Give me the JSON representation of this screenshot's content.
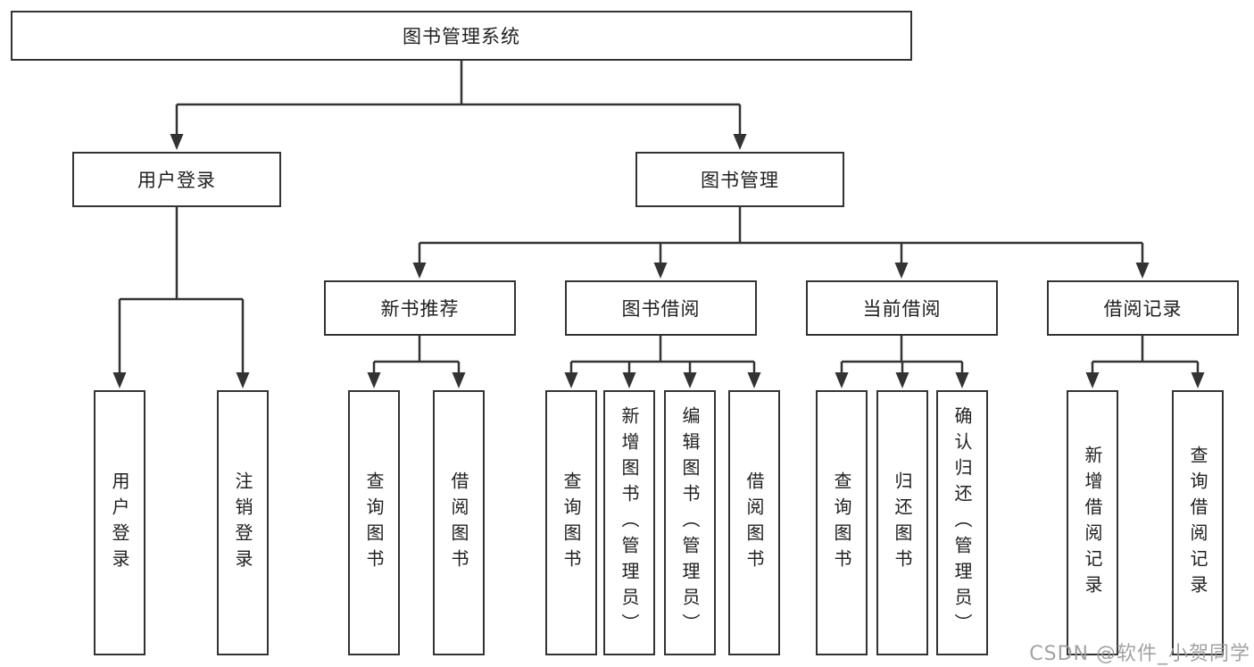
{
  "diagram": {
    "type": "tree",
    "colors": {
      "line": "#333333",
      "text": "#1f1f1f",
      "background": "#ffffff",
      "watermark": "#9a9a9a"
    },
    "watermark": {
      "text": "CSDN @软件_小贺同学"
    },
    "tree": {
      "root": {
        "label": "图书管理系统",
        "children": [
          {
            "label": "用户登录",
            "children": [
              {
                "label": "用户登录"
              },
              {
                "label": "注销登录"
              }
            ]
          },
          {
            "label": "图书管理",
            "children": [
              {
                "label": "新书推荐",
                "children": [
                  {
                    "label": "查询图书"
                  },
                  {
                    "label": "借阅图书"
                  }
                ]
              },
              {
                "label": "图书借阅",
                "children": [
                  {
                    "label": "查询图书"
                  },
                  {
                    "label": "新增图书（管理员）"
                  },
                  {
                    "label": "编辑图书（管理员）"
                  },
                  {
                    "label": "借阅图书"
                  }
                ]
              },
              {
                "label": "当前借阅",
                "children": [
                  {
                    "label": "查询图书"
                  },
                  {
                    "label": "归还图书"
                  },
                  {
                    "label": "确认归还（管理员）"
                  }
                ]
              },
              {
                "label": "借阅记录",
                "children": [
                  {
                    "label": "新增借阅记录"
                  },
                  {
                    "label": "查询借阅记录"
                  }
                ]
              }
            ]
          }
        ]
      }
    }
  }
}
